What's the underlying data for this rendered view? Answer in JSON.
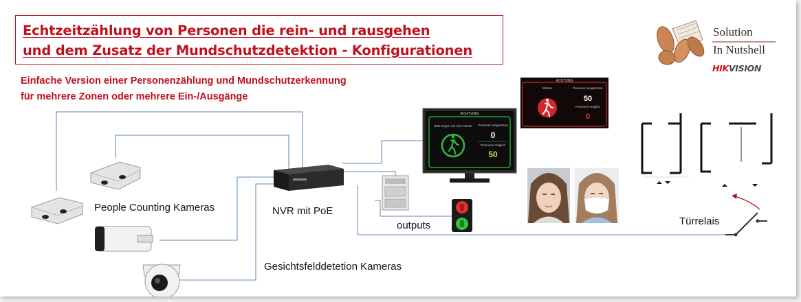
{
  "title": {
    "line1": "Echtzeitzählung von Personen die rein- und rausgehen",
    "line2": "und dem Zusatz der Mundschutzdetektion - Konfigurationen"
  },
  "subtitle": {
    "line1": "Einfache Version einer Personenzählung und Mundschutzerkennung",
    "line2": "für mehrere Zonen oder mehrere Ein-/Ausgänge"
  },
  "logo": {
    "line1": "Solution",
    "line2": "In Nutshell",
    "brand_hik": "HIK",
    "brand_vision": "VISION"
  },
  "labels": {
    "people_counting": "People Counting Kameras",
    "nvr": "NVR mit PoE",
    "outputs": "outputs",
    "face_detection": "Gesichtsfelddetetion Kameras",
    "door_relay": "Türrelais"
  },
  "monitor": {
    "header": "ACHTUNG",
    "left_caption": "Bitte tragen Sie eine Maske",
    "counter_label": "Personen eingetreten",
    "counter_value": "0",
    "capacity_label": "Personen möglich",
    "capacity_value": "50"
  },
  "alert_screen": {
    "header": "ACHTUNG",
    "left_caption": "Warten",
    "counter_label": "Personen eingetreten",
    "counter_value": "50",
    "capacity_label": "Personen möglich",
    "capacity_value": "0"
  },
  "colors": {
    "accent_red": "#c0101e",
    "wire_blue": "#7fa0c4",
    "screen_green": "#2fbf3a",
    "screen_red": "#d0282a",
    "brand_red": "#d4151b"
  }
}
